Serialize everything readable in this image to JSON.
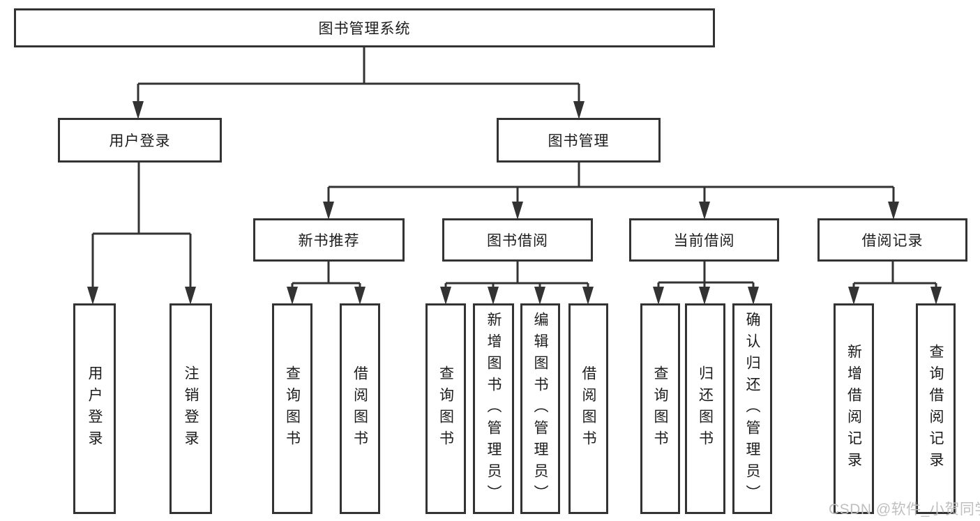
{
  "tree": {
    "root": {
      "label": "图书管理系统"
    },
    "branches": [
      {
        "label": "用户登录",
        "children": [
          {
            "label": "用户登录"
          },
          {
            "label": "注销登录"
          }
        ]
      },
      {
        "label": "图书管理",
        "children": [
          {
            "label": "新书推荐",
            "children": [
              {
                "label": "查询图书"
              },
              {
                "label": "借阅图书"
              }
            ]
          },
          {
            "label": "图书借阅",
            "children": [
              {
                "label": "查询图书"
              },
              {
                "label": "新增图书（管理员）"
              },
              {
                "label": "编辑图书（管理员）"
              },
              {
                "label": "借阅图书"
              }
            ]
          },
          {
            "label": "当前借阅",
            "children": [
              {
                "label": "查询图书"
              },
              {
                "label": "归还图书"
              },
              {
                "label": "确认归还（管理员）"
              }
            ]
          },
          {
            "label": "借阅记录",
            "children": [
              {
                "label": "新增借阅记录"
              },
              {
                "label": "查询借阅记录"
              }
            ]
          }
        ]
      }
    ]
  },
  "colors": {
    "line": "#333333",
    "border": "#333333",
    "text": "#1c1c1c",
    "watermark": "#bfbfbf"
  },
  "watermark": {
    "text": "CSDN @软件_小贺同学"
  }
}
